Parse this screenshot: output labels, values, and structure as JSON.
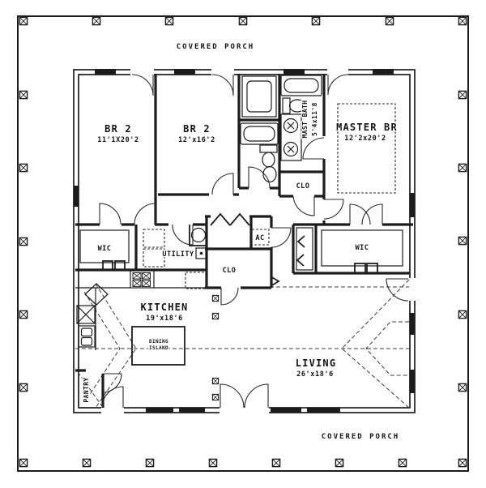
{
  "plan": {
    "porch_label_top": "COVERED PORCH",
    "porch_label_bottom": "COVERED PORCH",
    "rooms": {
      "bedroom2_left": {
        "name": "BR 2",
        "dims": "11'1X20'2"
      },
      "bedroom2_middle": {
        "name": "BR 2",
        "dims": "12'x16'2"
      },
      "master_bedroom": {
        "name": "MASTER BR",
        "dims": "12'2x20'2"
      },
      "master_bath": {
        "name": "MAST BATH",
        "dims": "5'4x11'8"
      },
      "kitchen": {
        "name": "KITCHEN",
        "dims": "19'x18'6"
      },
      "living": {
        "name": "LIVING",
        "dims": "26'x18'6"
      },
      "wic_left": {
        "name": "WIC"
      },
      "wic_right": {
        "name": "WIC"
      },
      "utility": {
        "name": "UTILITY"
      },
      "hall_closet": {
        "name": "CLO"
      },
      "center_closet": {
        "name": "CLO"
      },
      "ac_closet": {
        "name": "AC"
      },
      "pantry": {
        "name": "PANTRY"
      },
      "dining_island_line1": "DINING",
      "dining_island_line2": "ISLAND"
    },
    "colors": {
      "ink": "#1c1c1c",
      "paper": "#ffffff"
    }
  }
}
